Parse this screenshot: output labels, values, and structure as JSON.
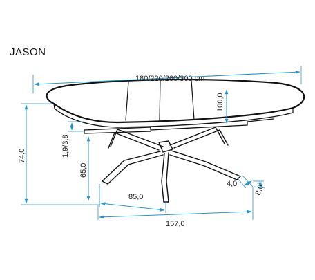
{
  "title": "JASON",
  "dimensions": {
    "length": "180/220/260/300 cm",
    "width": "100,0",
    "height": "74,0",
    "top_thickness": "1,9/3,8",
    "leg_height": "65,0",
    "foot_width": "4,0",
    "foot_height": "8,0",
    "leg_span_half": "85,0",
    "leg_span": "157,0"
  },
  "colors": {
    "dimension": "#2b93c9",
    "drawing": "#111111"
  }
}
